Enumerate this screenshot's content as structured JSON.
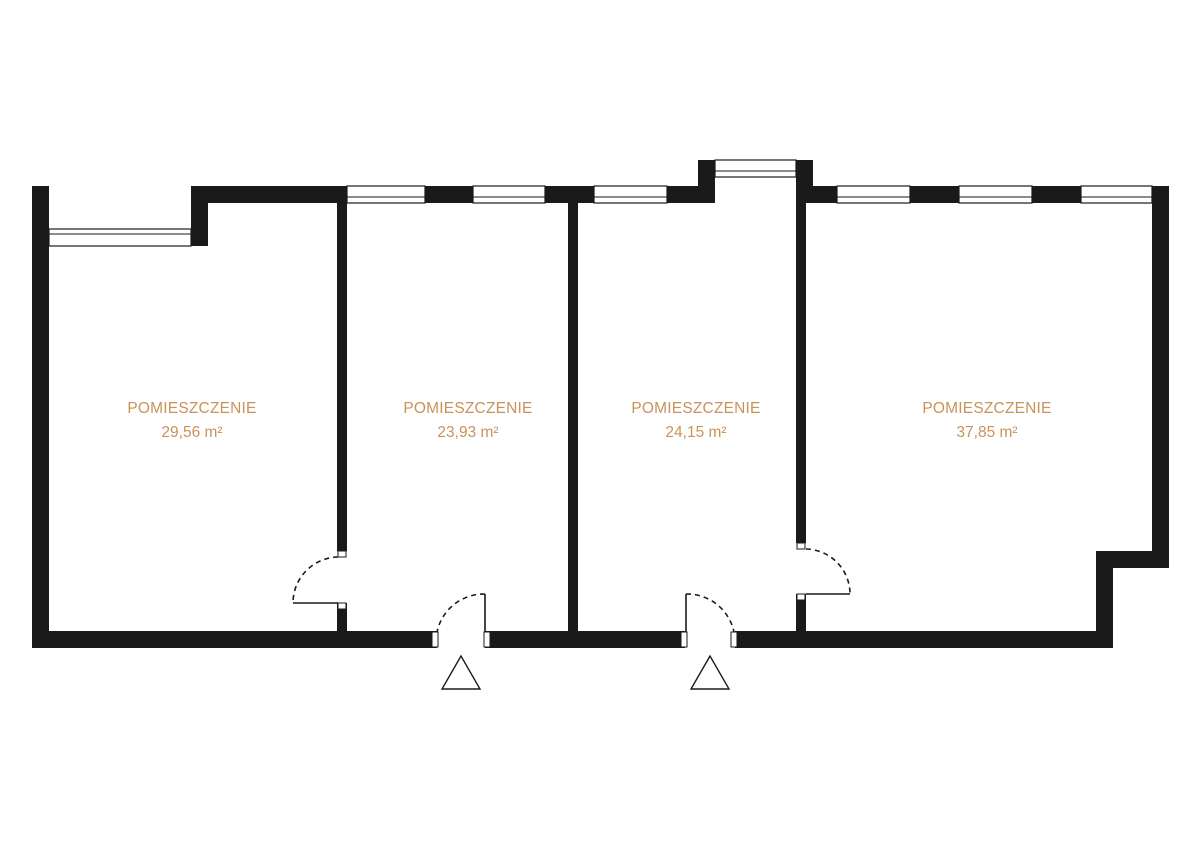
{
  "plan": {
    "rooms": [
      {
        "name": "POMIESZCZENIE",
        "area": "29,56 m²"
      },
      {
        "name": "POMIESZCZENIE",
        "area": "23,93 m²"
      },
      {
        "name": "POMIESZCZENIE",
        "area": "24,15 m²"
      },
      {
        "name": "POMIESZCZENIE",
        "area": "37,85 m²"
      }
    ],
    "label_color": "#c8935a",
    "wall_color": "#1a1a1a",
    "entrances": 2
  }
}
